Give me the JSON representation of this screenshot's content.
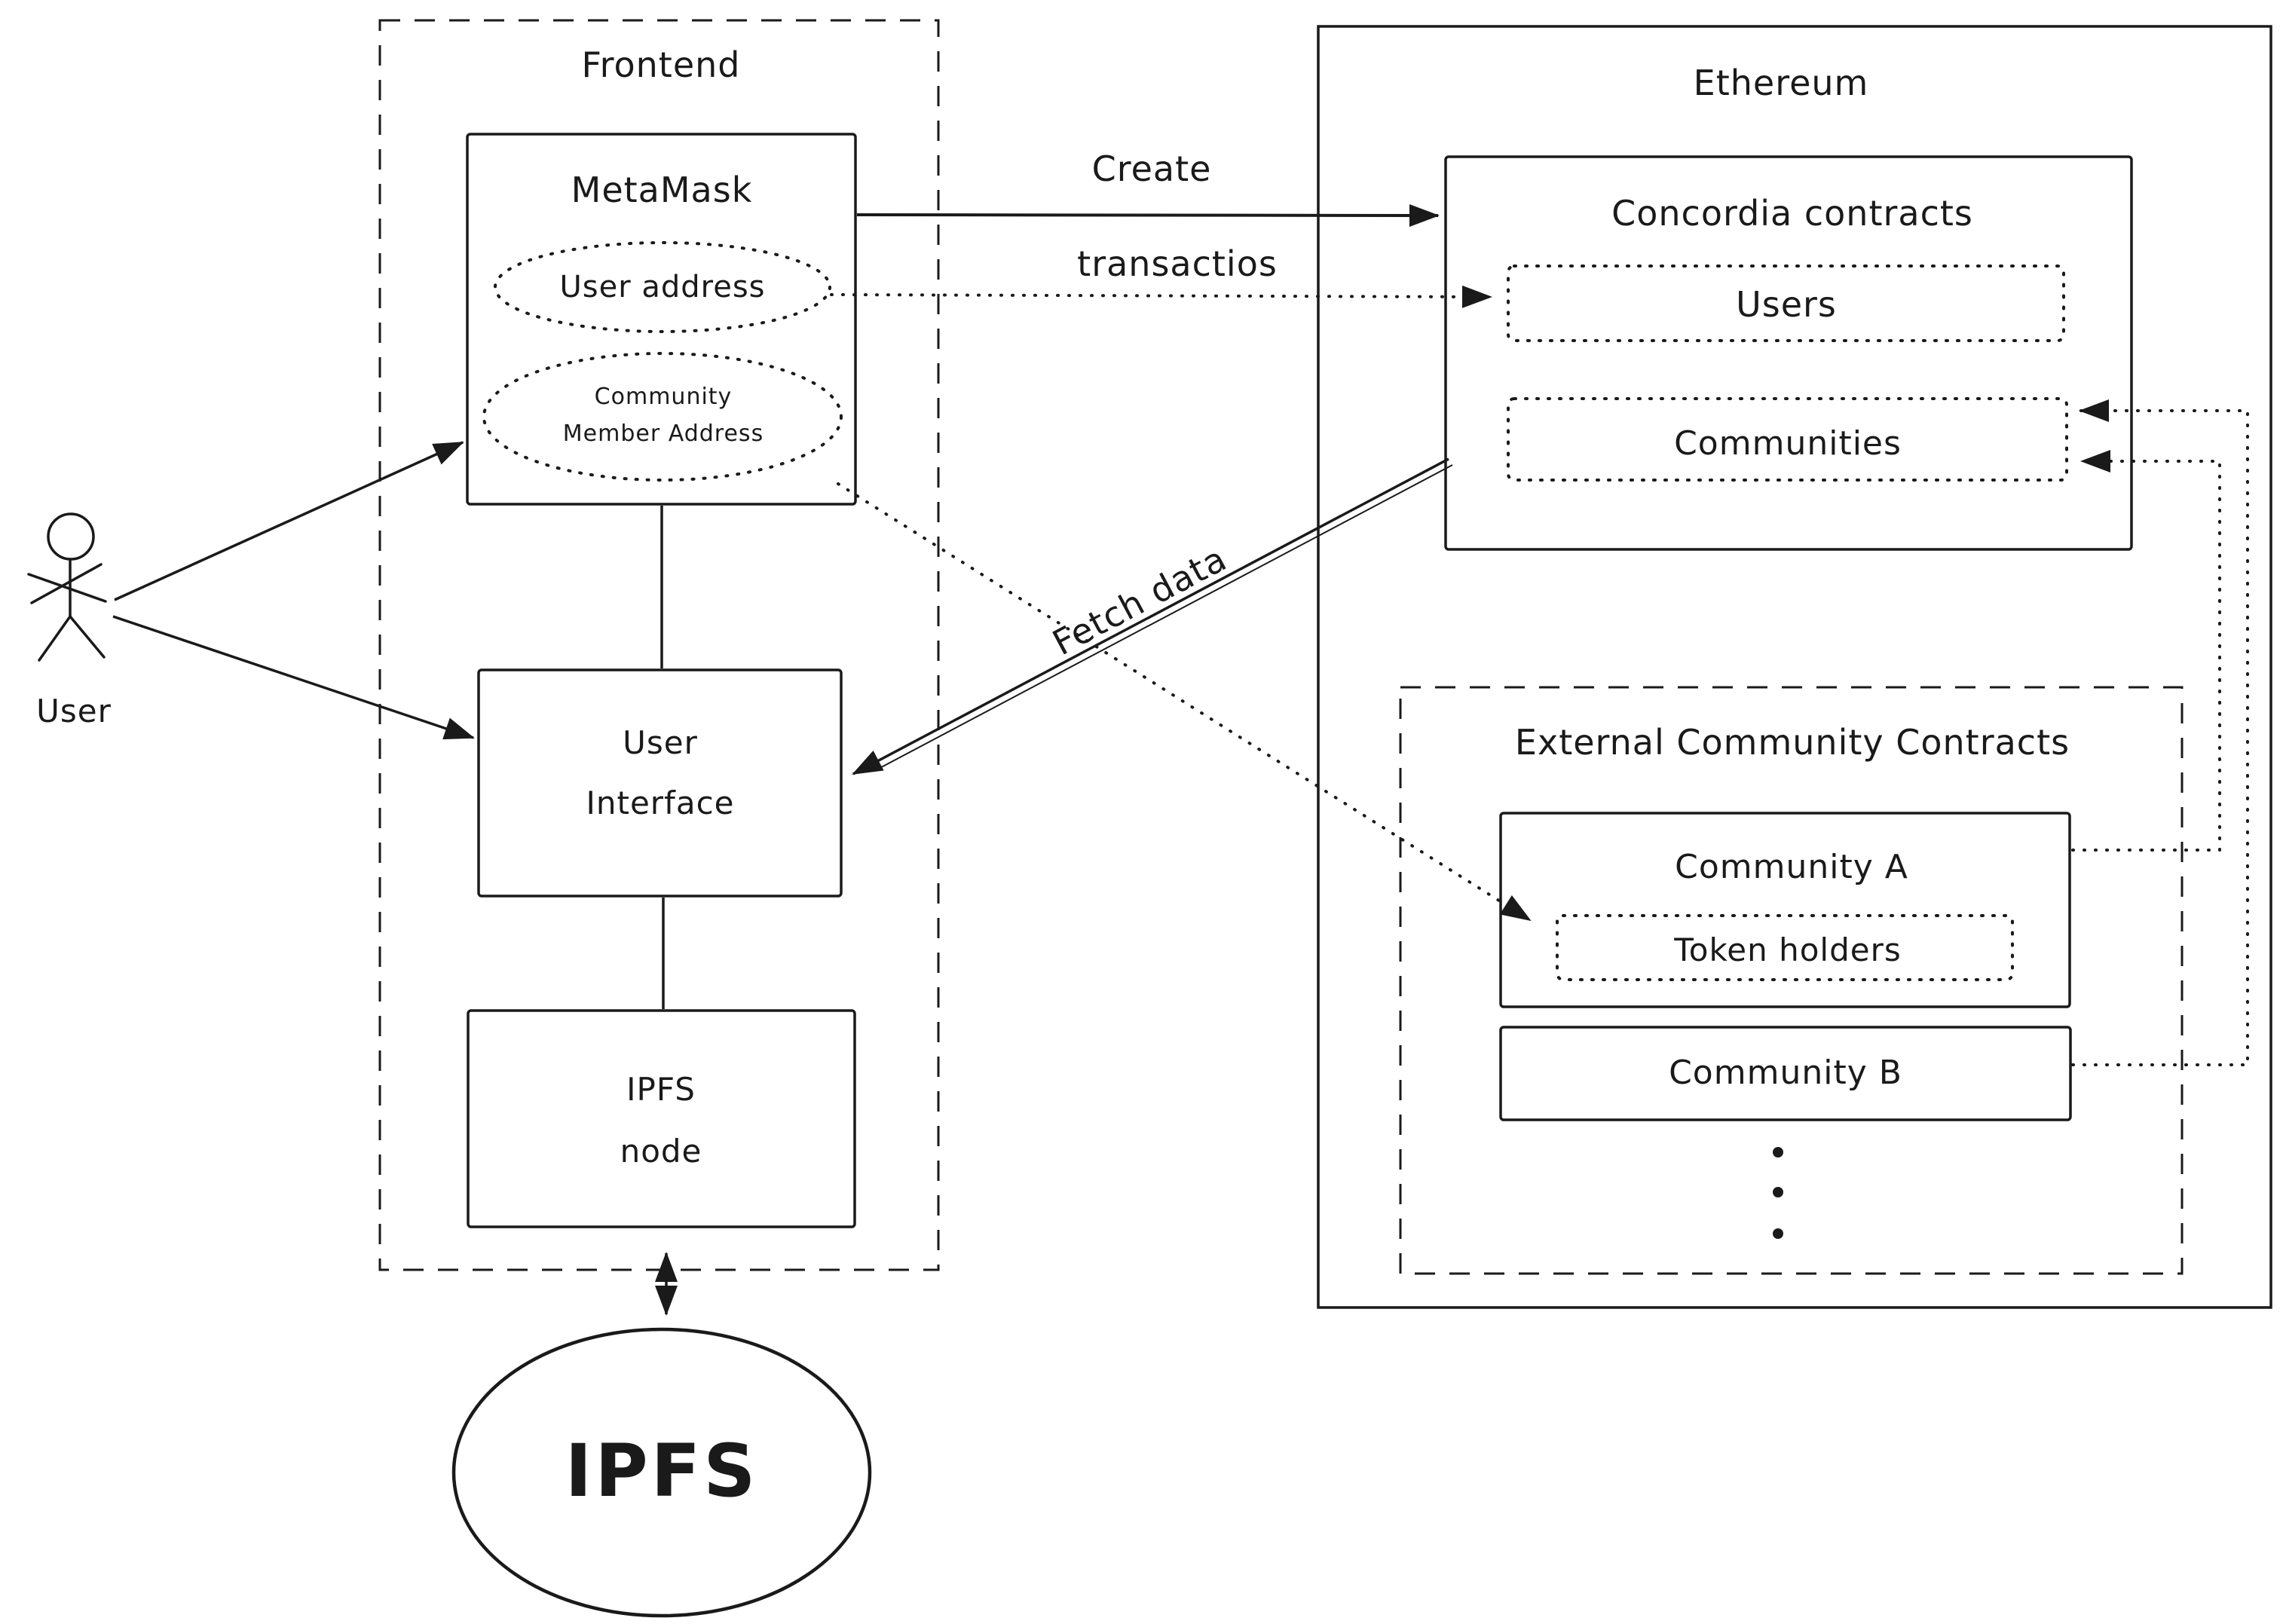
{
  "colors": {
    "ink": "#1a1a1a",
    "background": "#ffffff"
  },
  "actor": {
    "label": "User"
  },
  "frontend": {
    "title": "Frontend",
    "metamask": {
      "title": "MetaMask",
      "user_address": "User address",
      "community_member_line1": "Community",
      "community_member_line2": "Member Address"
    },
    "user_interface": {
      "line1": "User",
      "line2": "Interface"
    },
    "ipfs_node": {
      "line1": "IPFS",
      "line2": "node"
    }
  },
  "ipfs": {
    "label": "IPFS"
  },
  "ethereum": {
    "title": "Ethereum",
    "concordia": {
      "title": "Concordia contracts",
      "users": "Users",
      "communities": "Communities"
    },
    "external": {
      "title": "External Community Contracts",
      "community_a": "Community A",
      "token_holders": "Token holders",
      "community_b": "Community B"
    }
  },
  "edges": {
    "create_line1": "Create",
    "create_line2": "transactios",
    "fetch": "Fetch data"
  }
}
